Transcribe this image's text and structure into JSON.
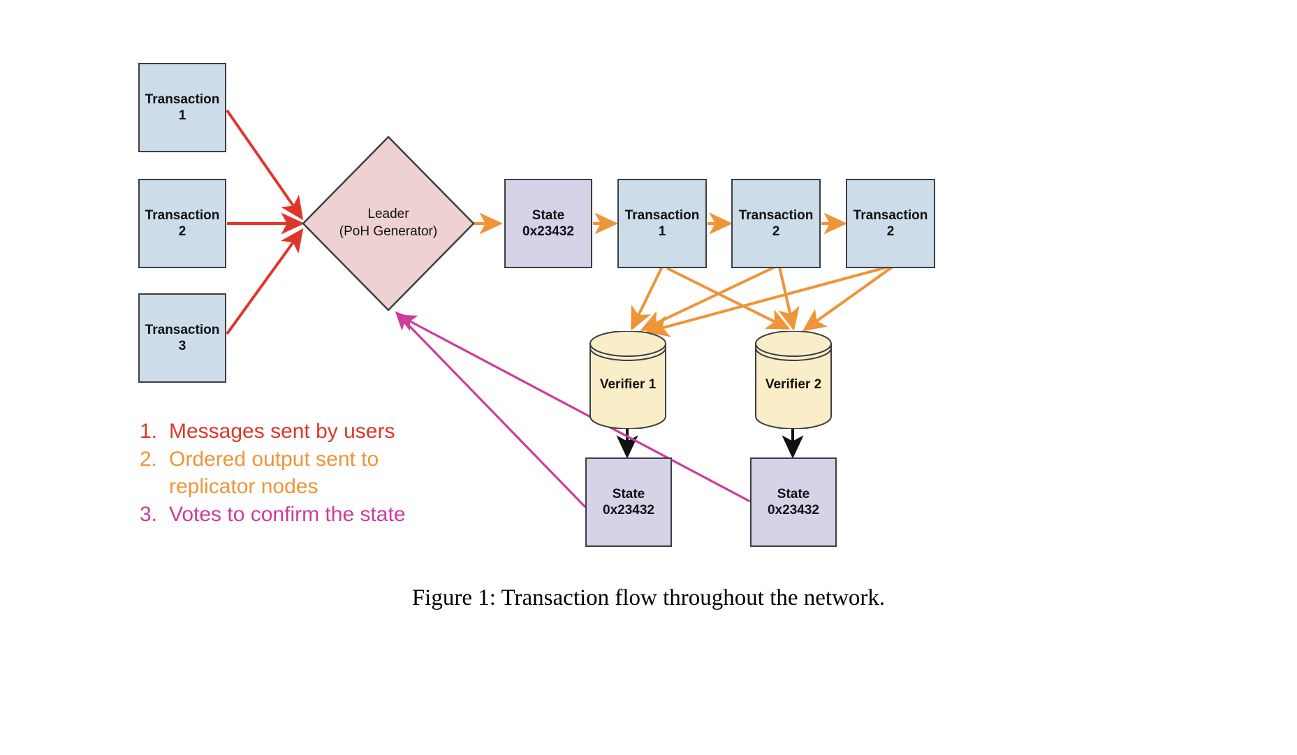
{
  "figure": {
    "caption": "Figure 1:  Transaction flow throughout the network."
  },
  "colors": {
    "transaction_fill": "#ccdce8",
    "state_fill": "#d8d2e8",
    "leader_fill": "#eed2d2",
    "verifier_fill": "#faeec8",
    "border": "#3a3f44",
    "arrow_user": "#e0362a",
    "arrow_ordered": "#ef9437",
    "arrow_vote": "#cf3b9c",
    "arrow_black": "#111111"
  },
  "inputs": {
    "transactions": [
      {
        "title": "Transaction",
        "number": "1"
      },
      {
        "title": "Transaction",
        "number": "2"
      },
      {
        "title": "Transaction",
        "number": "3"
      }
    ]
  },
  "leader": {
    "line1": "Leader",
    "line2": "(PoH Generator)"
  },
  "ledger": {
    "state": {
      "title": "State",
      "hash": "0x23432"
    },
    "entries": [
      {
        "title": "Transaction",
        "number": "1"
      },
      {
        "title": "Transaction",
        "number": "2"
      },
      {
        "title": "Transaction",
        "number": "2"
      }
    ]
  },
  "verifiers": [
    {
      "label": "Verifier 1",
      "state": {
        "title": "State",
        "hash": "0x23432"
      }
    },
    {
      "label": "Verifier 2",
      "state": {
        "title": "State",
        "hash": "0x23432"
      }
    }
  ],
  "legend": {
    "items": [
      {
        "number": "1.",
        "text": "Messages sent by users"
      },
      {
        "number": "2.",
        "text": "Ordered output sent to replicator nodes"
      },
      {
        "number": "3.",
        "text": "Votes to confirm the state"
      }
    ]
  }
}
